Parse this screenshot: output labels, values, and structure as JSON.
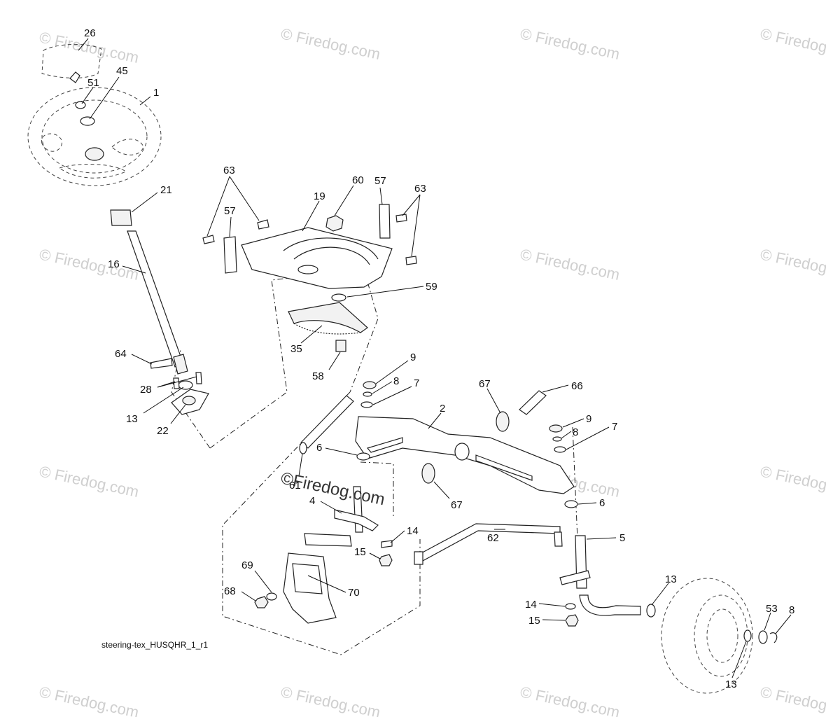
{
  "watermark": "© Firedog.com",
  "center_watermark": "©Firedog.com",
  "caption": "steering-tex_HUSQHR_1_r1",
  "callouts": [
    "26",
    "45",
    "51",
    "1",
    "21",
    "16",
    "64",
    "28",
    "13",
    "22",
    "63",
    "19",
    "60",
    "57",
    "57",
    "63",
    "59",
    "35",
    "58",
    "9",
    "8",
    "7",
    "67",
    "66",
    "2",
    "9",
    "8",
    "7",
    "61",
    "6",
    "67",
    "6",
    "4",
    "14",
    "15",
    "62",
    "5",
    "69",
    "70",
    "68",
    "13",
    "53",
    "8",
    "14",
    "15",
    "13"
  ]
}
